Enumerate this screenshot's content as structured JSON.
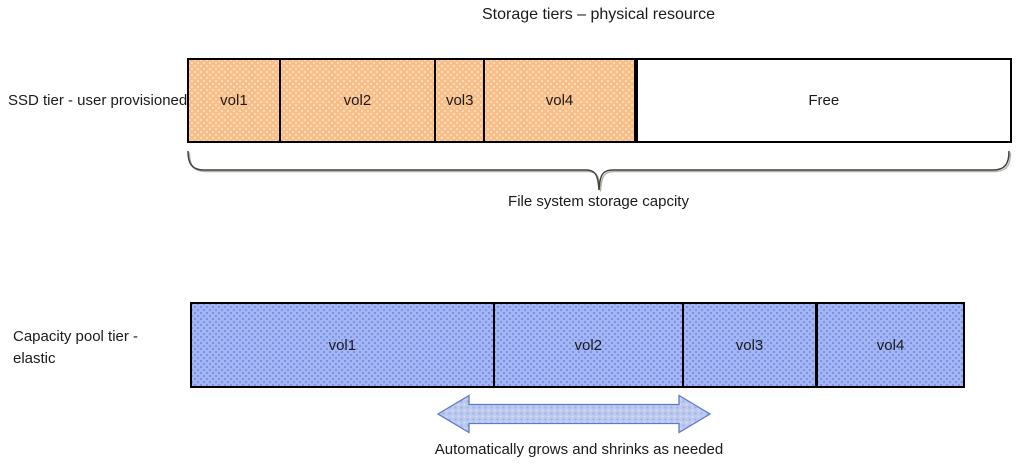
{
  "title": "Storage tiers – physical resource",
  "ssd_tier": {
    "label": "SSD tier - user provisioned",
    "segments": [
      {
        "label": "vol1"
      },
      {
        "label": "vol2"
      },
      {
        "label": "vol3"
      },
      {
        "label": "vol4"
      },
      {
        "label": "Free"
      }
    ]
  },
  "file_system_brace": {
    "caption": "File system storage capcity"
  },
  "capacity_tier": {
    "label_line1": "Capacity pool tier -",
    "label_line2": "elastic",
    "segments": [
      {
        "label": "vol1"
      },
      {
        "label": "vol2"
      },
      {
        "label": "vol3"
      },
      {
        "label": "vol4"
      }
    ]
  },
  "arrow": {
    "caption": "Automatically grows and shrinks as needed"
  },
  "colors": {
    "text": "#1A1A1A",
    "bar_border": "#000000",
    "orange_fill": "#FABD88",
    "orange_dot": "#FDDDB8",
    "blue_fill": "#A5B7F3",
    "blue_dot": "#7B91E8",
    "arrow_fill": "#BDC9EE",
    "arrow_dot_dark": "#9AAEE3",
    "arrow_dot_light": "#D8E0F5",
    "arrow_border": "#5B7BC8",
    "brace_line": "#404040",
    "brace_shadow": "#B3B4A8"
  }
}
